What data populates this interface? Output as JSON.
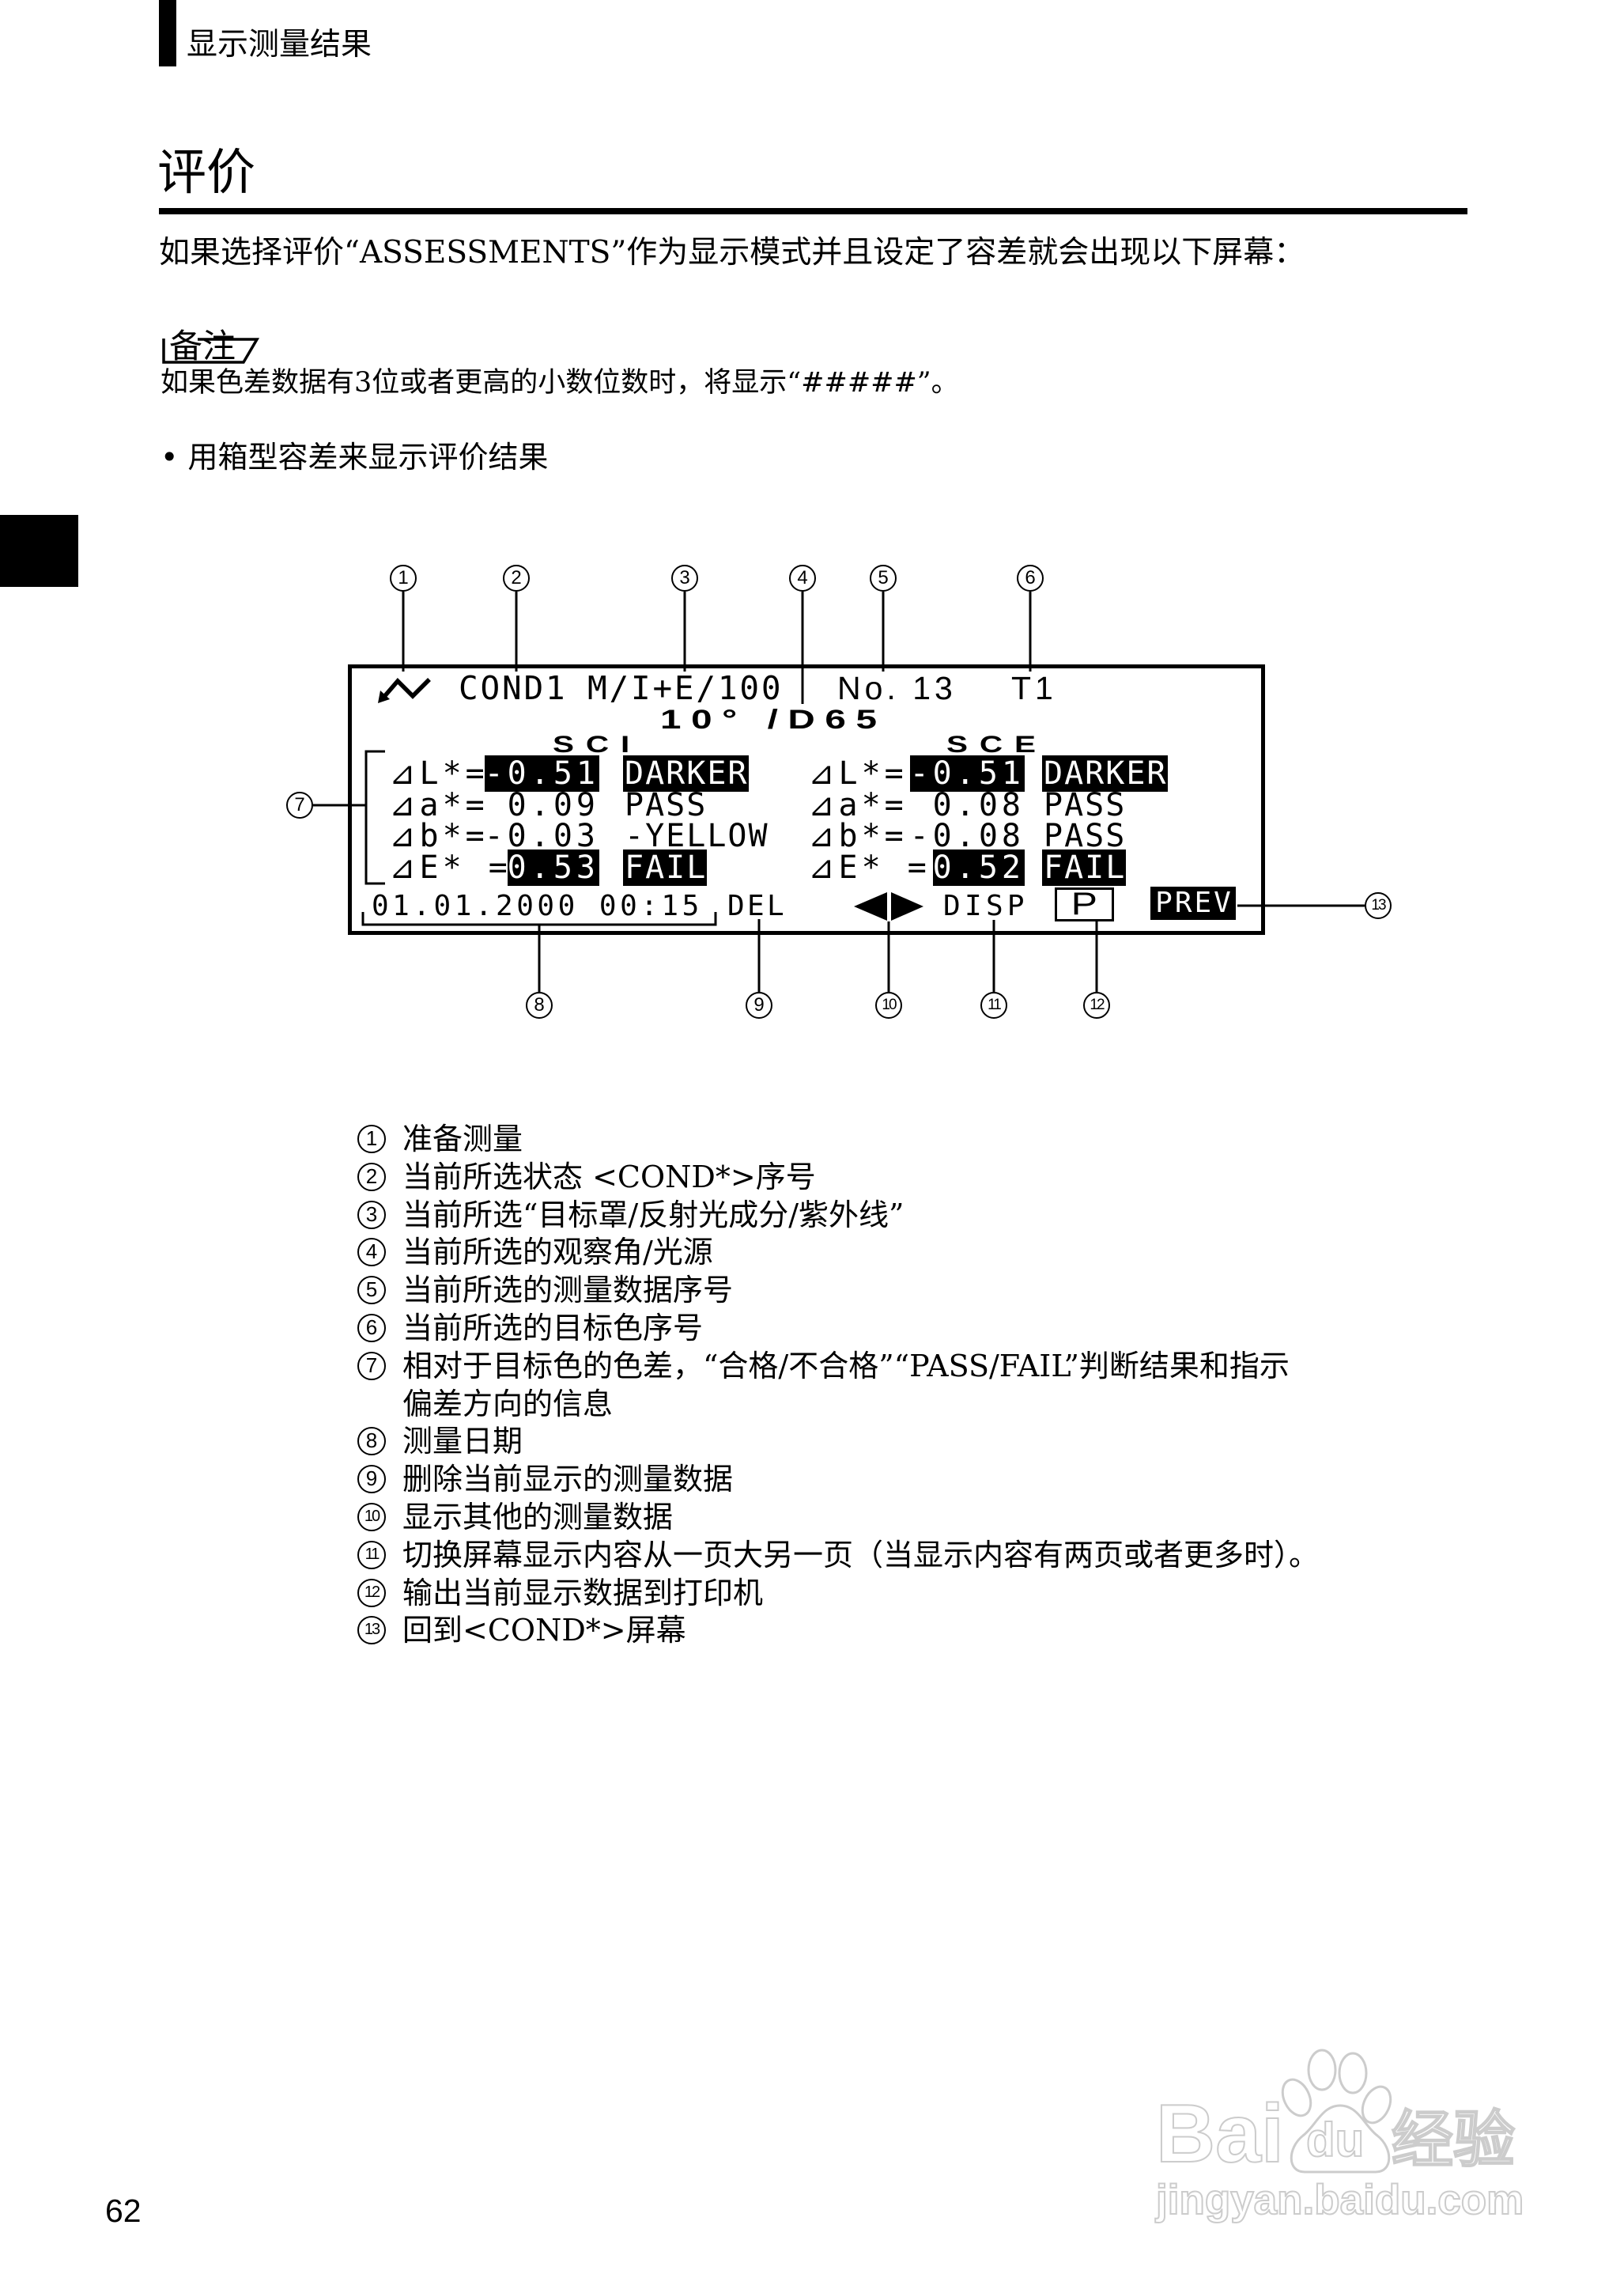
{
  "header": {
    "section": "显示测量结果"
  },
  "title": "评价",
  "intro": "如果选择评价“ASSESSMENTS”作为显示模式并且设定了容差就会出现以下屏幕：",
  "note": {
    "label": "备注",
    "text": "如果色差数据有3位或者更高的小数位数时，将显示“#####”。"
  },
  "bullet": {
    "symbol": "•",
    "text": "用箱型容差来显示评价结果"
  },
  "lcd": {
    "status_icon": "measure-ready-icon",
    "condition": "COND1",
    "mode": "M/I+E/100",
    "observer_illuminant": "10° /D65",
    "sample_no": "No. 13",
    "target": "T1",
    "columns": [
      {
        "title": "SCI",
        "rows": [
          {
            "label": "⊿L*=",
            "value": "-0.51",
            "value_highlight": true,
            "status": "DARKER",
            "status_highlight": true
          },
          {
            "label": "⊿a*=",
            "value": "0.09",
            "value_highlight": false,
            "status": "PASS",
            "status_highlight": false
          },
          {
            "label": "⊿b*=",
            "value": "-0.03",
            "value_highlight": false,
            "status": "-YELLOW",
            "status_highlight": false
          },
          {
            "label": "⊿E* =",
            "value": "0.53",
            "value_highlight": true,
            "status": "FAIL",
            "status_highlight": true
          }
        ]
      },
      {
        "title": "SCE",
        "rows": [
          {
            "label": "⊿L*=",
            "value": "-0.51",
            "value_highlight": true,
            "status": "DARKER",
            "status_highlight": true
          },
          {
            "label": "⊿a*=",
            "value": "0.08",
            "value_highlight": false,
            "status": "PASS",
            "status_highlight": false
          },
          {
            "label": "⊿b*=",
            "value": "-0.08",
            "value_highlight": false,
            "status": "PASS",
            "status_highlight": false
          },
          {
            "label": "⊿E* =",
            "value": "0.52",
            "value_highlight": true,
            "status": "FAIL",
            "status_highlight": true
          }
        ]
      }
    ],
    "footer": {
      "datetime": "01.01.2000 00:15",
      "delete": "DEL",
      "nav_icons": [
        "arrow-left-icon",
        "arrow-right-icon"
      ],
      "display": "DISP",
      "print": "P",
      "previous": "PREV"
    }
  },
  "legend": {
    "items": [
      {
        "number": "1",
        "lines": [
          "准备测量"
        ]
      },
      {
        "number": "2",
        "lines": [
          "当前所选状态 <COND*>序号"
        ]
      },
      {
        "number": "3",
        "lines": [
          "当前所选“目标罩/反射光成分/紫外线”"
        ]
      },
      {
        "number": "4",
        "lines": [
          "当前所选的观察角/光源"
        ]
      },
      {
        "number": "5",
        "lines": [
          "当前所选的测量数据序号"
        ]
      },
      {
        "number": "6",
        "lines": [
          "当前所选的目标色序号"
        ]
      },
      {
        "number": "7",
        "lines": [
          "相对于目标色的色差，“合格/不合格”“PASS/FAIL”判断结果和指示",
          "偏差方向的信息"
        ]
      },
      {
        "number": "8",
        "lines": [
          "测量日期"
        ]
      },
      {
        "number": "9",
        "lines": [
          "删除当前显示的测量数据"
        ]
      },
      {
        "number": "10",
        "lines": [
          "显示其他的测量数据"
        ]
      },
      {
        "number": "11",
        "lines": [
          "切换屏幕显示内容从一页大另一页（当显示内容有两页或者更多时）。"
        ]
      },
      {
        "number": "12",
        "lines": [
          "输出当前显示数据到打印机"
        ]
      },
      {
        "number": "13",
        "lines": [
          "回到<COND*>屏幕"
        ]
      }
    ]
  },
  "page_number": "62",
  "watermark": {
    "brand": "Bai",
    "brand_paw": "du",
    "brand_cn": "经验",
    "url": "jingyan.baidu.com"
  },
  "colors": {
    "text": "#000000",
    "background": "#ffffff",
    "highlight_bg": "#000000",
    "highlight_fg": "#ffffff",
    "watermark": "#cccccc"
  }
}
